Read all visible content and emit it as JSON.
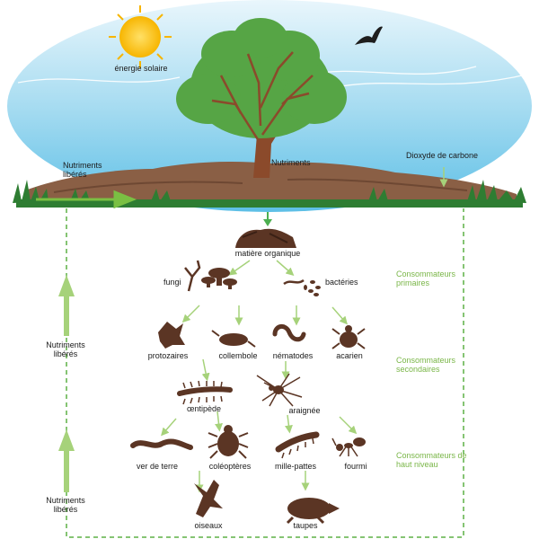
{
  "sky": {
    "sun_label": "énergie solaire",
    "nutrients_left": "Nutriments libérés",
    "nutrients_tree": "Nutriments",
    "co2": "Dioxyde de carbone"
  },
  "organisms": {
    "organic_matter": "matière organique",
    "fungi": "fungi",
    "bacteria": "bactéries",
    "protozoa": "protozaires",
    "springtail": "collembole",
    "nematodes": "nématodes",
    "mite": "acarien",
    "centipede": "œntipède",
    "spider": "araignée",
    "earthworm": "ver de terre",
    "beetles": "coléoptères",
    "millipede": "mille-pattes",
    "ant": "fourmi",
    "birds": "oiseaux",
    "moles": "taupes"
  },
  "levels": {
    "primary": "Consommateurs primaires",
    "secondary": "Consommateurs secondaires",
    "high": "Consommateurs de haut niveau"
  },
  "side": {
    "released_1": "Nutriments libérés",
    "released_2": "Nutriments libérés"
  },
  "colors": {
    "organism": "#5b3524",
    "arrow": "#a6d27a",
    "dashed": "#5db045",
    "level_text": "#7ab648"
  }
}
